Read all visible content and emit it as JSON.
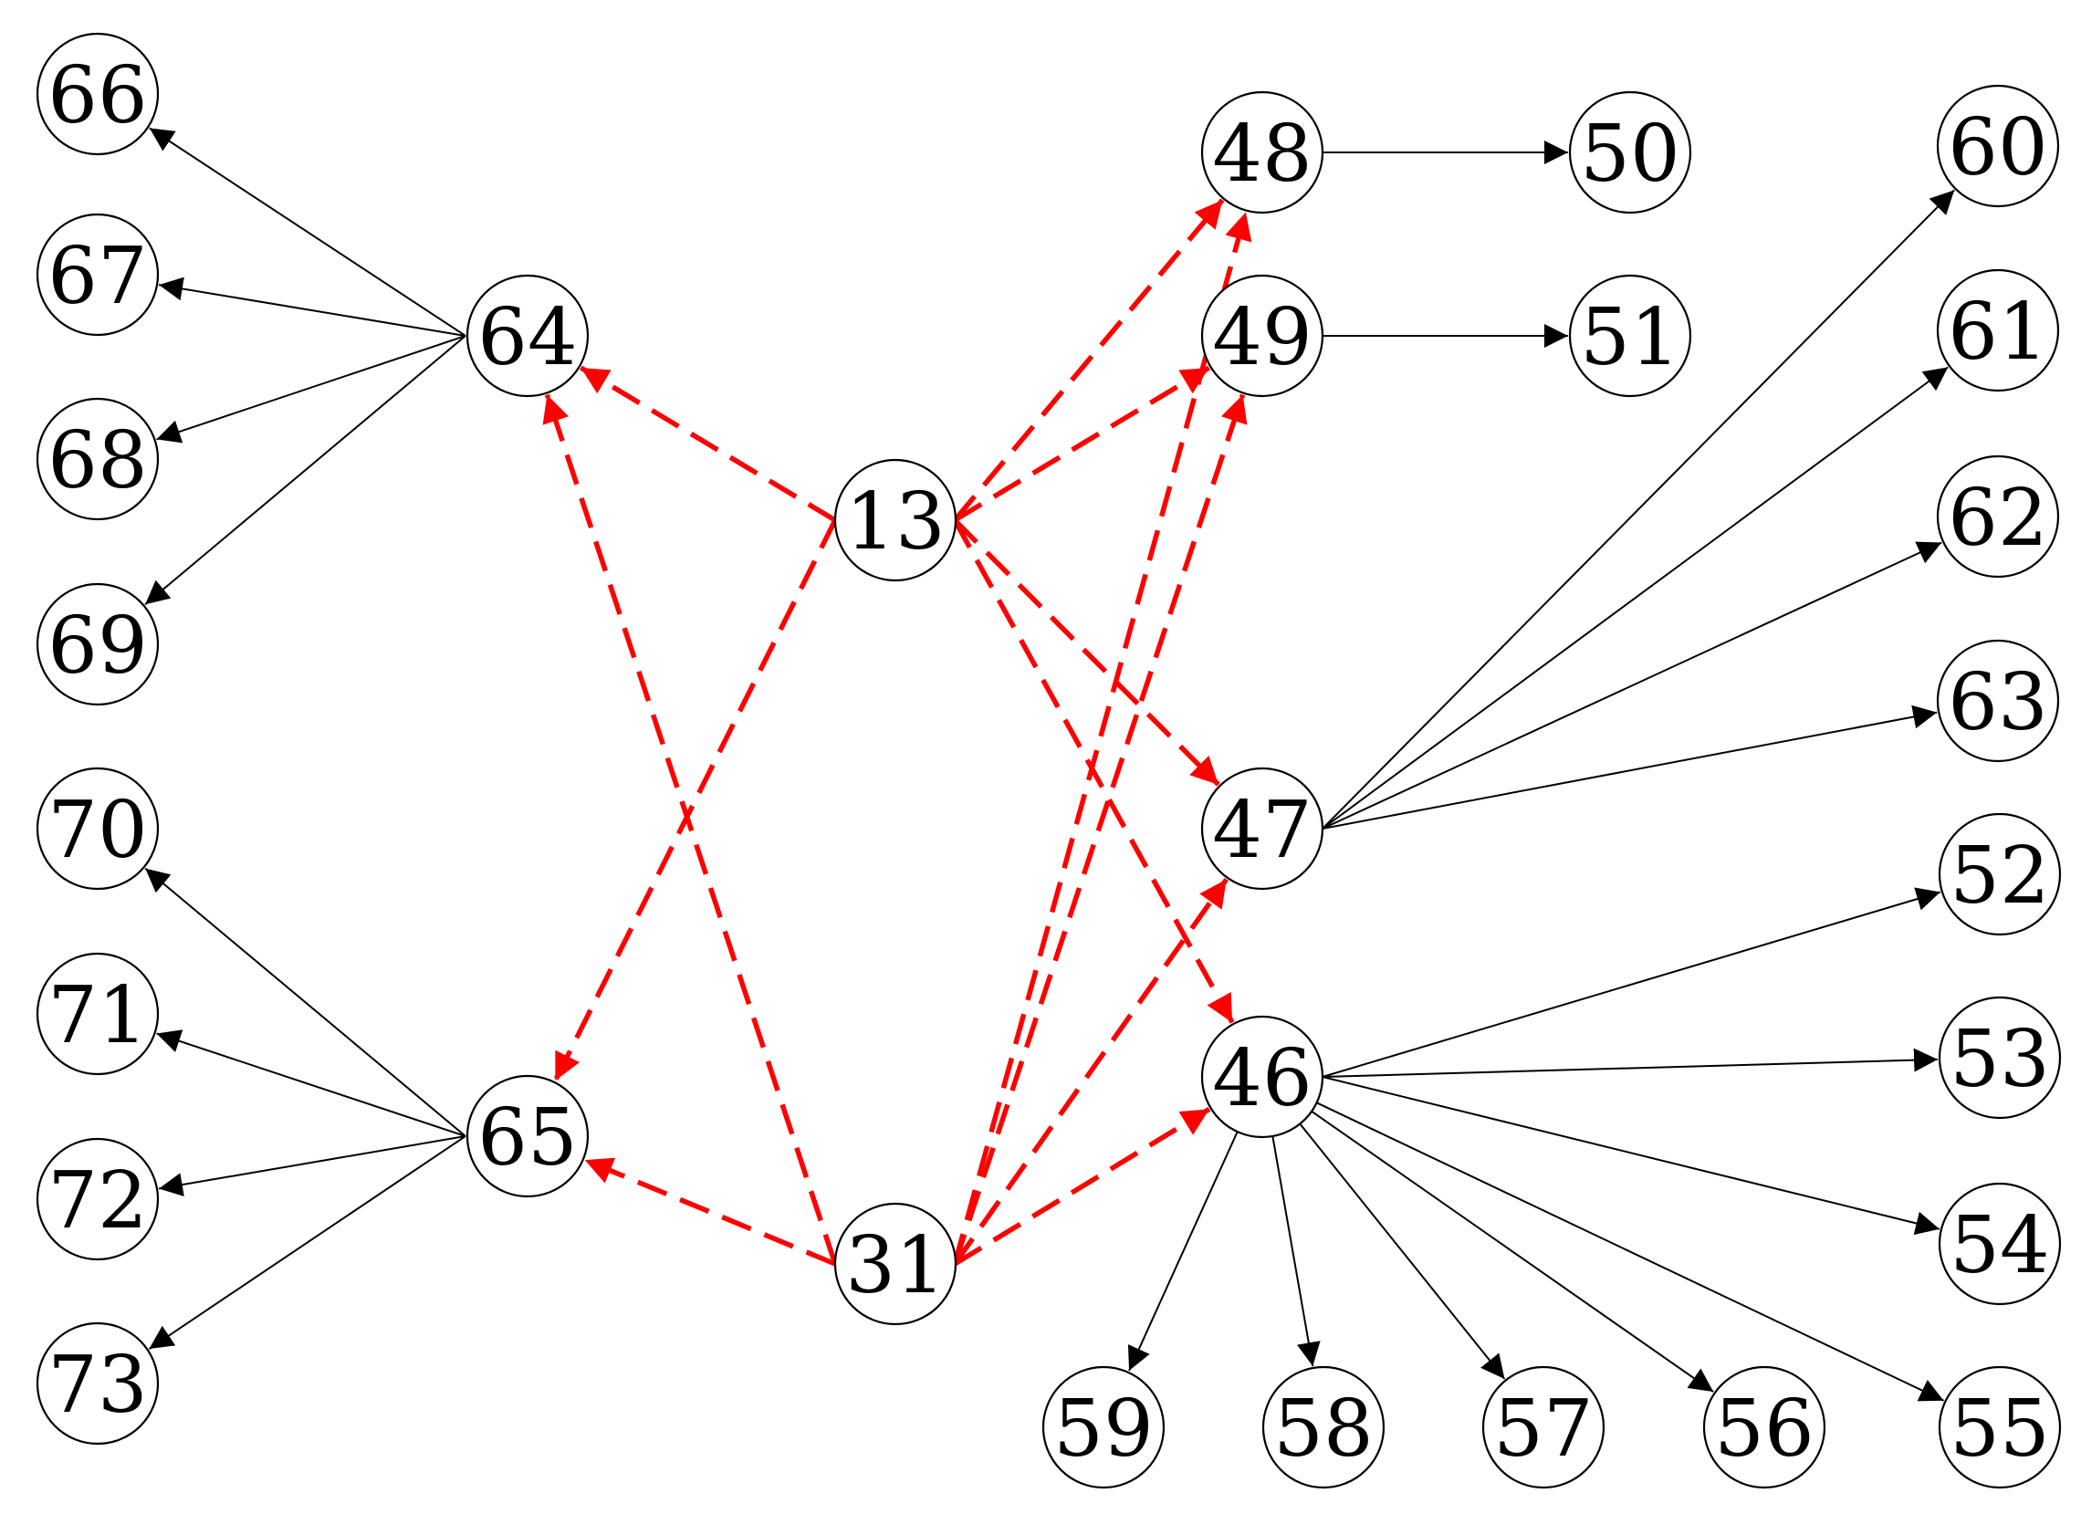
{
  "diagram": {
    "nodes": [
      {
        "id": "66"
      },
      {
        "id": "67"
      },
      {
        "id": "68"
      },
      {
        "id": "69"
      },
      {
        "id": "70"
      },
      {
        "id": "71"
      },
      {
        "id": "72"
      },
      {
        "id": "73"
      },
      {
        "id": "64"
      },
      {
        "id": "65"
      },
      {
        "id": "13"
      },
      {
        "id": "31"
      },
      {
        "id": "48"
      },
      {
        "id": "49"
      },
      {
        "id": "47"
      },
      {
        "id": "46"
      },
      {
        "id": "50"
      },
      {
        "id": "51"
      },
      {
        "id": "60"
      },
      {
        "id": "61"
      },
      {
        "id": "62"
      },
      {
        "id": "63"
      },
      {
        "id": "52"
      },
      {
        "id": "53"
      },
      {
        "id": "54"
      },
      {
        "id": "55"
      },
      {
        "id": "56"
      },
      {
        "id": "57"
      },
      {
        "id": "58"
      },
      {
        "id": "59"
      }
    ],
    "edges": [
      {
        "from": "64",
        "to": "66",
        "style": "solid"
      },
      {
        "from": "64",
        "to": "67",
        "style": "solid"
      },
      {
        "from": "64",
        "to": "68",
        "style": "solid"
      },
      {
        "from": "64",
        "to": "69",
        "style": "solid"
      },
      {
        "from": "65",
        "to": "70",
        "style": "solid"
      },
      {
        "from": "65",
        "to": "71",
        "style": "solid"
      },
      {
        "from": "65",
        "to": "72",
        "style": "solid"
      },
      {
        "from": "65",
        "to": "73",
        "style": "solid"
      },
      {
        "from": "48",
        "to": "50",
        "style": "solid"
      },
      {
        "from": "49",
        "to": "51",
        "style": "solid"
      },
      {
        "from": "47",
        "to": "60",
        "style": "solid"
      },
      {
        "from": "47",
        "to": "61",
        "style": "solid"
      },
      {
        "from": "47",
        "to": "62",
        "style": "solid"
      },
      {
        "from": "47",
        "to": "63",
        "style": "solid"
      },
      {
        "from": "46",
        "to": "52",
        "style": "solid"
      },
      {
        "from": "46",
        "to": "53",
        "style": "solid"
      },
      {
        "from": "46",
        "to": "54",
        "style": "solid"
      },
      {
        "from": "46",
        "to": "55",
        "style": "solid"
      },
      {
        "from": "46",
        "to": "56",
        "style": "solid"
      },
      {
        "from": "46",
        "to": "57",
        "style": "solid"
      },
      {
        "from": "46",
        "to": "58",
        "style": "solid"
      },
      {
        "from": "46",
        "to": "59",
        "style": "solid"
      },
      {
        "from": "13",
        "to": "64",
        "style": "dashed"
      },
      {
        "from": "13",
        "to": "65",
        "style": "dashed"
      },
      {
        "from": "13",
        "to": "48",
        "style": "dashed"
      },
      {
        "from": "13",
        "to": "49",
        "style": "dashed"
      },
      {
        "from": "13",
        "to": "47",
        "style": "dashed"
      },
      {
        "from": "13",
        "to": "46",
        "style": "dashed"
      },
      {
        "from": "31",
        "to": "64",
        "style": "dashed"
      },
      {
        "from": "31",
        "to": "65",
        "style": "dashed"
      },
      {
        "from": "31",
        "to": "48",
        "style": "dashed"
      },
      {
        "from": "31",
        "to": "49",
        "style": "dashed"
      },
      {
        "from": "31",
        "to": "47",
        "style": "dashed"
      },
      {
        "from": "31",
        "to": "46",
        "style": "dashed"
      }
    ],
    "colors": {
      "dashed_edge": "#ff0000",
      "solid_edge": "#000000",
      "node_stroke": "#000000"
    }
  }
}
